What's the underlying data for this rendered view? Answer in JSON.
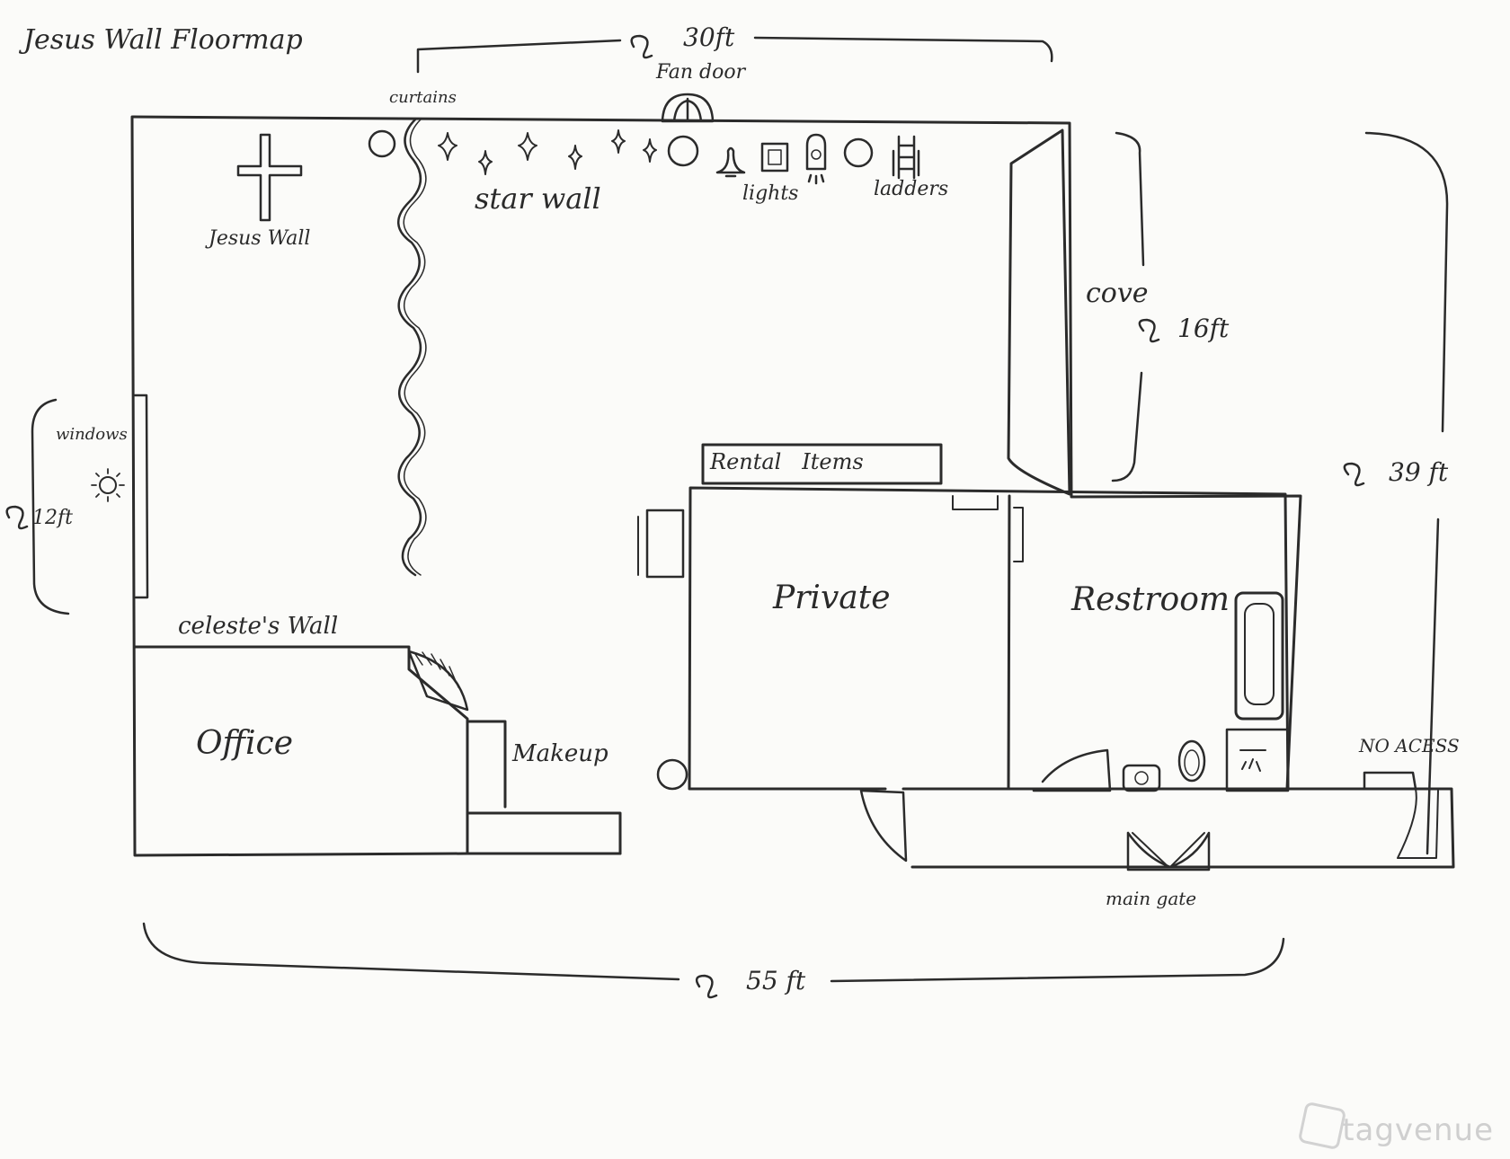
{
  "title": "Jesus Wall Floormap",
  "dimensions": {
    "top": "30ft",
    "cove": "16ft",
    "right": "39 ft",
    "left": "12ft",
    "bottom": "55 ft"
  },
  "labels": {
    "fan_door": "Fan door",
    "curtains": "curtains",
    "star_wall": "star wall",
    "lights": "lights",
    "ladders": "ladders",
    "jesus_wall": "Jesus Wall",
    "cove": "cove",
    "windows": "windows",
    "celestes_wall": "celeste's Wall",
    "office": "Office",
    "makeup": "Makeup",
    "rental_items": "Rental   Items",
    "private": "Private",
    "restroom": "Restroom",
    "no_access": "NO ACESS",
    "main_gate": "main gate"
  },
  "watermark": "tagvenue"
}
